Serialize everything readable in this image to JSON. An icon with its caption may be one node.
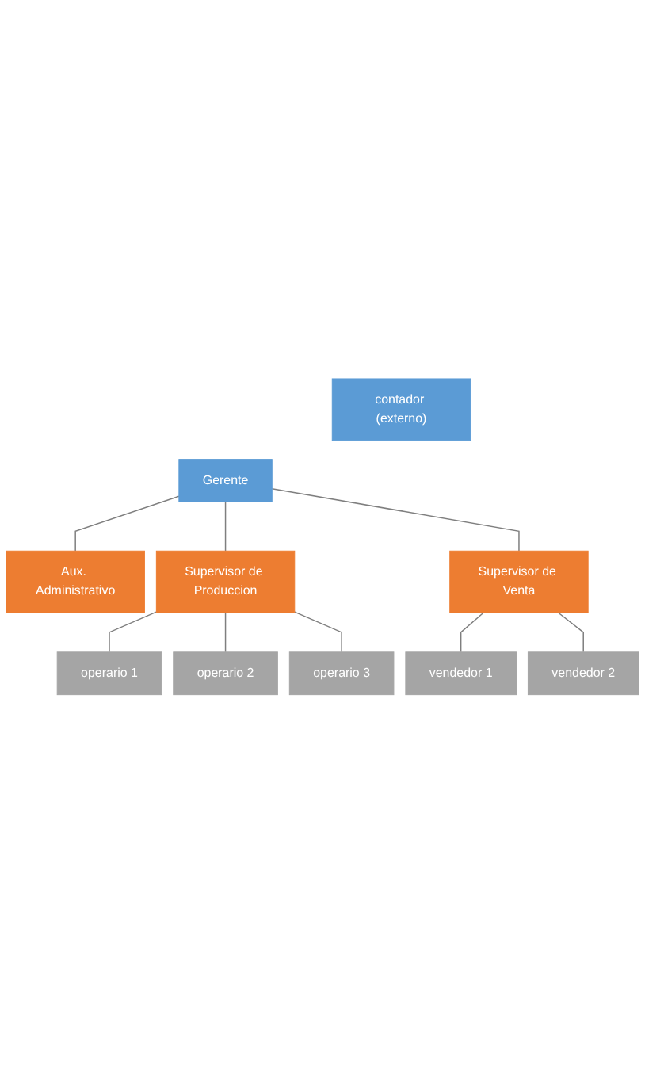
{
  "diagram": {
    "nodes": [
      {
        "text": [
          "Gerente"
        ]
      },
      {
        "text": [
          "contador (externo)"
        ]
      },
      {
        "text": [
          "Aux. Administrativo"
        ]
      },
      {
        "text": [
          "Supervisor de Produccion"
        ]
      },
      {
        "text": [
          "Supervisor de Venta"
        ]
      },
      {
        "text": [
          "operario 1"
        ]
      },
      {
        "text": [
          "vendedor 1"
        ]
      },
      {
        "text": [
          "operario 2"
        ]
      },
      {
        "text": [
          "vendedor 2"
        ]
      },
      {
        "text": [
          "operario 3"
        ]
      }
    ],
    "edges": [
      {
        "from": 0,
        "to": 2,
        "arrow": "none"
      },
      {
        "from": 0,
        "to": 3,
        "arrow": "none"
      },
      {
        "from": 0,
        "to": 4,
        "arrow": "none"
      },
      {
        "from": 3,
        "to": 5,
        "arrow": "none"
      },
      {
        "from": 3,
        "to": 7,
        "arrow": "none"
      },
      {
        "from": 3,
        "to": 9,
        "arrow": "none"
      },
      {
        "from": 4,
        "to": 6,
        "arrow": "none"
      },
      {
        "from": 4,
        "to": 8,
        "arrow": "none"
      }
    ]
  }
}
